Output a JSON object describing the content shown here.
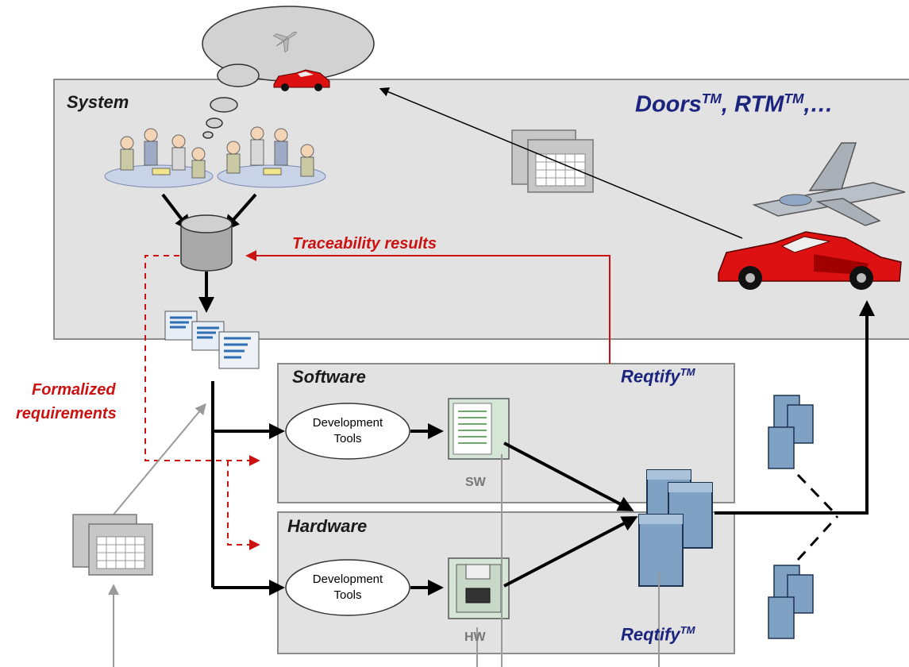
{
  "system": {
    "title": "System",
    "brand": "Doors",
    "tm1": "TM",
    "brand_mid": ", RTM",
    "tm2": "TM",
    "brand_tail": ",…"
  },
  "software": {
    "title": "Software",
    "brand": "Reqtify",
    "tm": "TM",
    "tool_line1": "Development",
    "tool_line2": "Tools",
    "artifact": "SW"
  },
  "hardware": {
    "title": "Hardware",
    "brand": "Reqtify",
    "tm": "TM",
    "tool_line1": "Development",
    "tool_line2": "Tools",
    "artifact": "HW"
  },
  "labels": {
    "traceability": "Traceability results",
    "formalized_line1": "Formalized",
    "formalized_line2": "requirements"
  },
  "colors": {
    "panel_bg": "#e2e2e2",
    "panel_border": "#8c8c8c",
    "trace_red": "#cc1111",
    "brand_blue": "#1a237e",
    "arrow_gray": "#9a9a9a"
  }
}
